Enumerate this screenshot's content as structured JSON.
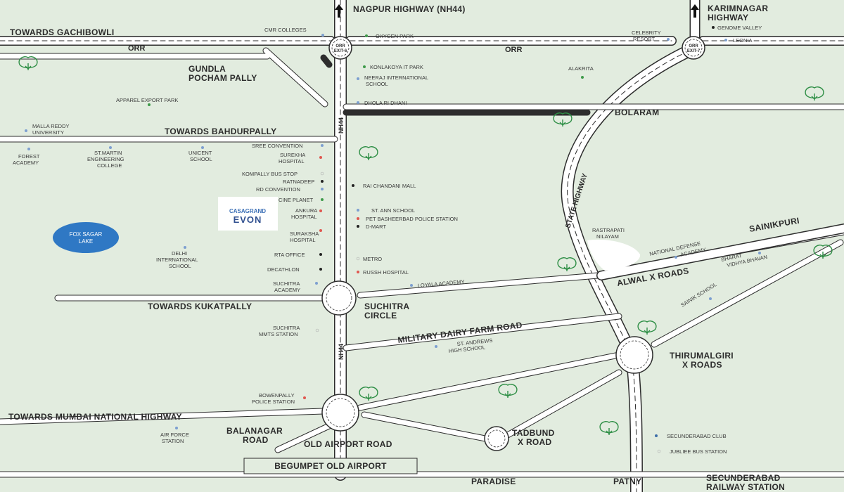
{
  "roads": {
    "nagpur_highway": "NAGPUR HIGHWAY (NH44)",
    "karimnagar_highway_1": "KARIMNAGAR",
    "karimnagar_highway_2": "HIGHWAY",
    "towards_gachibowli": "TOWARDS GACHIBOWLI",
    "orr_left": "ORR",
    "orr_right": "ORR",
    "orr_exit_6_1": "ORR",
    "orr_exit_6_2": "EXIT-6",
    "orr_exit_7_1": "ORR",
    "orr_exit_7_2": "EXIT-7",
    "towards_bahdurpally": "TOWARDS BAHDURPALLY",
    "nh44_upper": "NH44",
    "nh44_lower": "NH44",
    "state_highway": "STATE HIGHWAY",
    "towards_kukatpally": "TOWARDS KUKATPALLY",
    "military_dairy": "MILITARY DAIRY FARM ROAD",
    "alwal_x_roads": "ALWAL X ROADS",
    "towards_mumbai": "TOWARDS MUMBAI NATIONAL HIGHWAY",
    "old_airport_road": "OLD AIRPORT ROAD",
    "begumpet": "BEGUMPET OLD AIRPORT"
  },
  "areas": {
    "gundla_1": "GUNDLA",
    "gundla_2": "POCHAM PALLY",
    "bolaram": "BOLARAM",
    "sainikpuri": "SAINIKPURI",
    "suchitra_1": "SUCHITRA",
    "suchitra_2": "CIRCLE",
    "thirumalgiri_1": "THIRUMALGIRI",
    "thirumalgiri_2": "X ROADS",
    "balanagar_1": "BALANAGAR",
    "balanagar_2": "ROAD",
    "tadbund_1": "TADBUND",
    "tadbund_2": "X ROAD",
    "paradise": "PARADISE",
    "patny": "PATNY",
    "secunderabad_1": "SECUNDERABAD",
    "secunderabad_2": "RAILWAY STATION"
  },
  "lake": {
    "line1": "FOX SAGAR",
    "line2": "LAKE"
  },
  "logo": {
    "brand": "CASAGRAND",
    "project": "EVON"
  },
  "landmarks": {
    "cmr": "CMR COLLEGES",
    "oxygen": "OXYGEN PARK",
    "celebrity_1": "CELEBRITY",
    "celebrity_2": "RESORT",
    "genome": "GENOME VALLEY",
    "leonia": "LEONIA",
    "konlakoya": "KONLAKOYA IT PARK",
    "neeraj_1": "NEERAJ INTERNATIONAL",
    "neeraj_2": "SCHOOL",
    "alakrita": "ALAKRITA",
    "apparel": "APPAREL EXPORT PARK",
    "dholaridhani": "DHOLA RI DHANI",
    "mallareddy_1": "MALLA REDDY",
    "mallareddy_2": "UNIVERSITY",
    "forest_1": "FOREST",
    "forest_2": "ACADEMY",
    "stmartin_1": "ST.MARTIN",
    "stmartin_2": "ENGINEERING",
    "stmartin_3": "COLLEGE",
    "unicent_1": "UNICENT",
    "unicent_2": "SCHOOL",
    "sree": "SREE CONVENTION",
    "surekha_1": "SUREKHA",
    "surekha_2": "HOSPITAL",
    "kompally": "KOMPALLY BUS STOP",
    "ratnadeep": "RATNADEEP",
    "rd": "RD CONVENTION",
    "cineplanet": "CINE PLANET",
    "ankura_1": "ANKURA",
    "ankura_2": "HOSPITAL",
    "suraksha_1": "SURAKSHA",
    "suraksha_2": "HOSPITAL",
    "rta": "RTA OFFICE",
    "decathlon": "DECATHLON",
    "suchitra_acad_1": "SUCHITRA",
    "suchitra_acad_2": "ACADEMY",
    "delhi_1": "DELHI",
    "delhi_2": "INTERNATIONAL",
    "delhi_3": "SCHOOL",
    "raichandani": "RAI CHANDANI MALL",
    "stann": "ST. ANN SCHOOL",
    "pet_police": "PET BASHEERBAD POLICE STATION",
    "dmart": "D-MART",
    "metro": "METRO",
    "russh": "RUSSH HOSPITAL",
    "loyala": "LOYALA ACADEMY",
    "rastrapati_1": "RASTRAPATI",
    "rastrapati_2": "NILAYAM",
    "nda_1": "NATIONAL DEFENSE",
    "nda_2": "ACADEMY",
    "bharat_1": "BHARAT",
    "bharat_2": "VIDHYA BHAVAN",
    "sainik": "SAINIK SCHOOL",
    "suchitra_mmts_1": "SUCHITRA",
    "suchitra_mmts_2": "MMTS STATION",
    "standrews_1": "ST. ANDREWS",
    "standrews_2": "HIGH SCHOOL",
    "bowenpally_1": "BOWENPALLY",
    "bowenpally_2": "POLICE STATION",
    "airforce_1": "AIR FORCE",
    "airforce_2": "STATION",
    "secbad_club": "SECUNDERABAD CLUB",
    "jubilee": "JUBLIEE BUS STATION"
  },
  "colors": {
    "background": "#e2ecdf",
    "road": "#ffffff",
    "road_edge": "#2d2d2d",
    "lake": "#2f78c4",
    "logo_bg": "#ffffff",
    "logo_brand": "#3b6fb6",
    "dot_blue": "#7d9fd0",
    "dot_green": "#3e9a4a",
    "dot_red": "#e0574f",
    "dot_black": "#222222",
    "tree": "#2f8f46"
  },
  "icons": [
    "north-arrow-icon",
    "tree-icon",
    "poi-dot-icon",
    "roundabout-icon"
  ]
}
